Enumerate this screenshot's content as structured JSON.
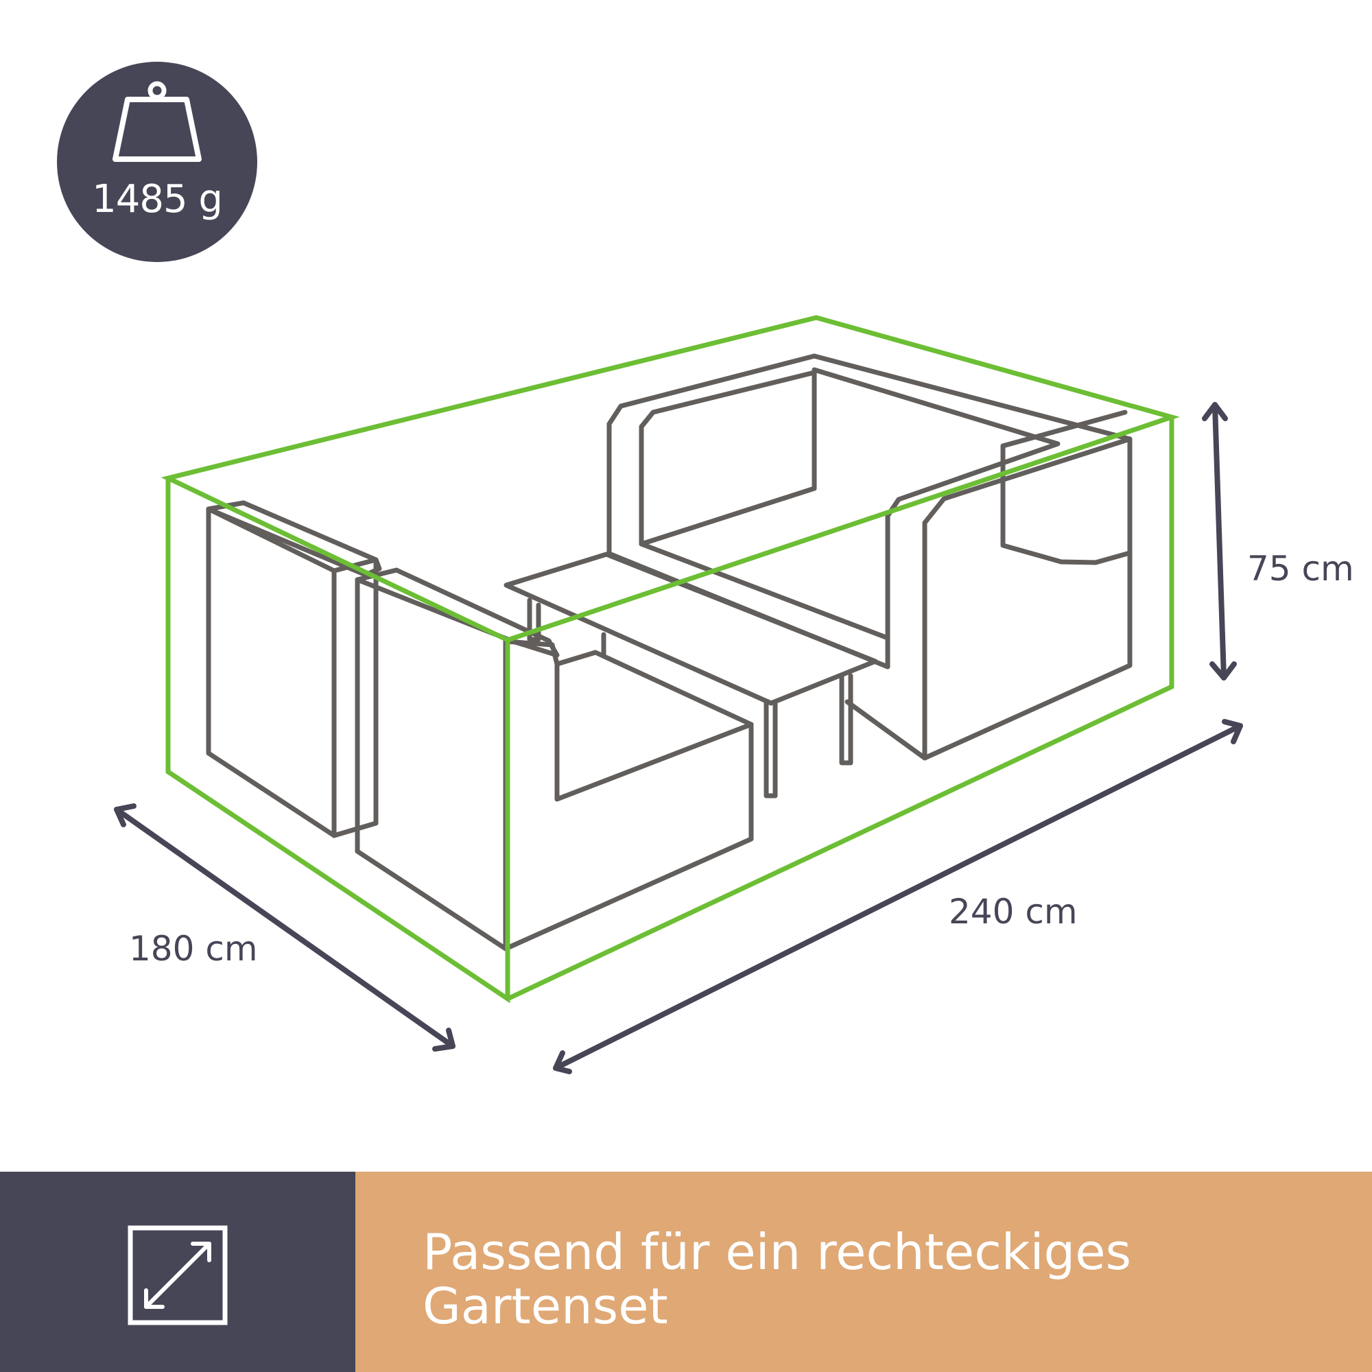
{
  "weight": {
    "label": "1485 g",
    "icon": "weight-icon"
  },
  "dimensions": {
    "depth": "180 cm",
    "width": "240 cm",
    "height": "75 cm"
  },
  "caption": {
    "text": "Passend für ein rechteckiges Gartenset",
    "icon": "diagonal-arrow-icon"
  },
  "colors": {
    "dark": "#474657",
    "accent_green": "#6cbe34",
    "furniture_line": "#625e5c",
    "caption_band": "#dfa875"
  }
}
